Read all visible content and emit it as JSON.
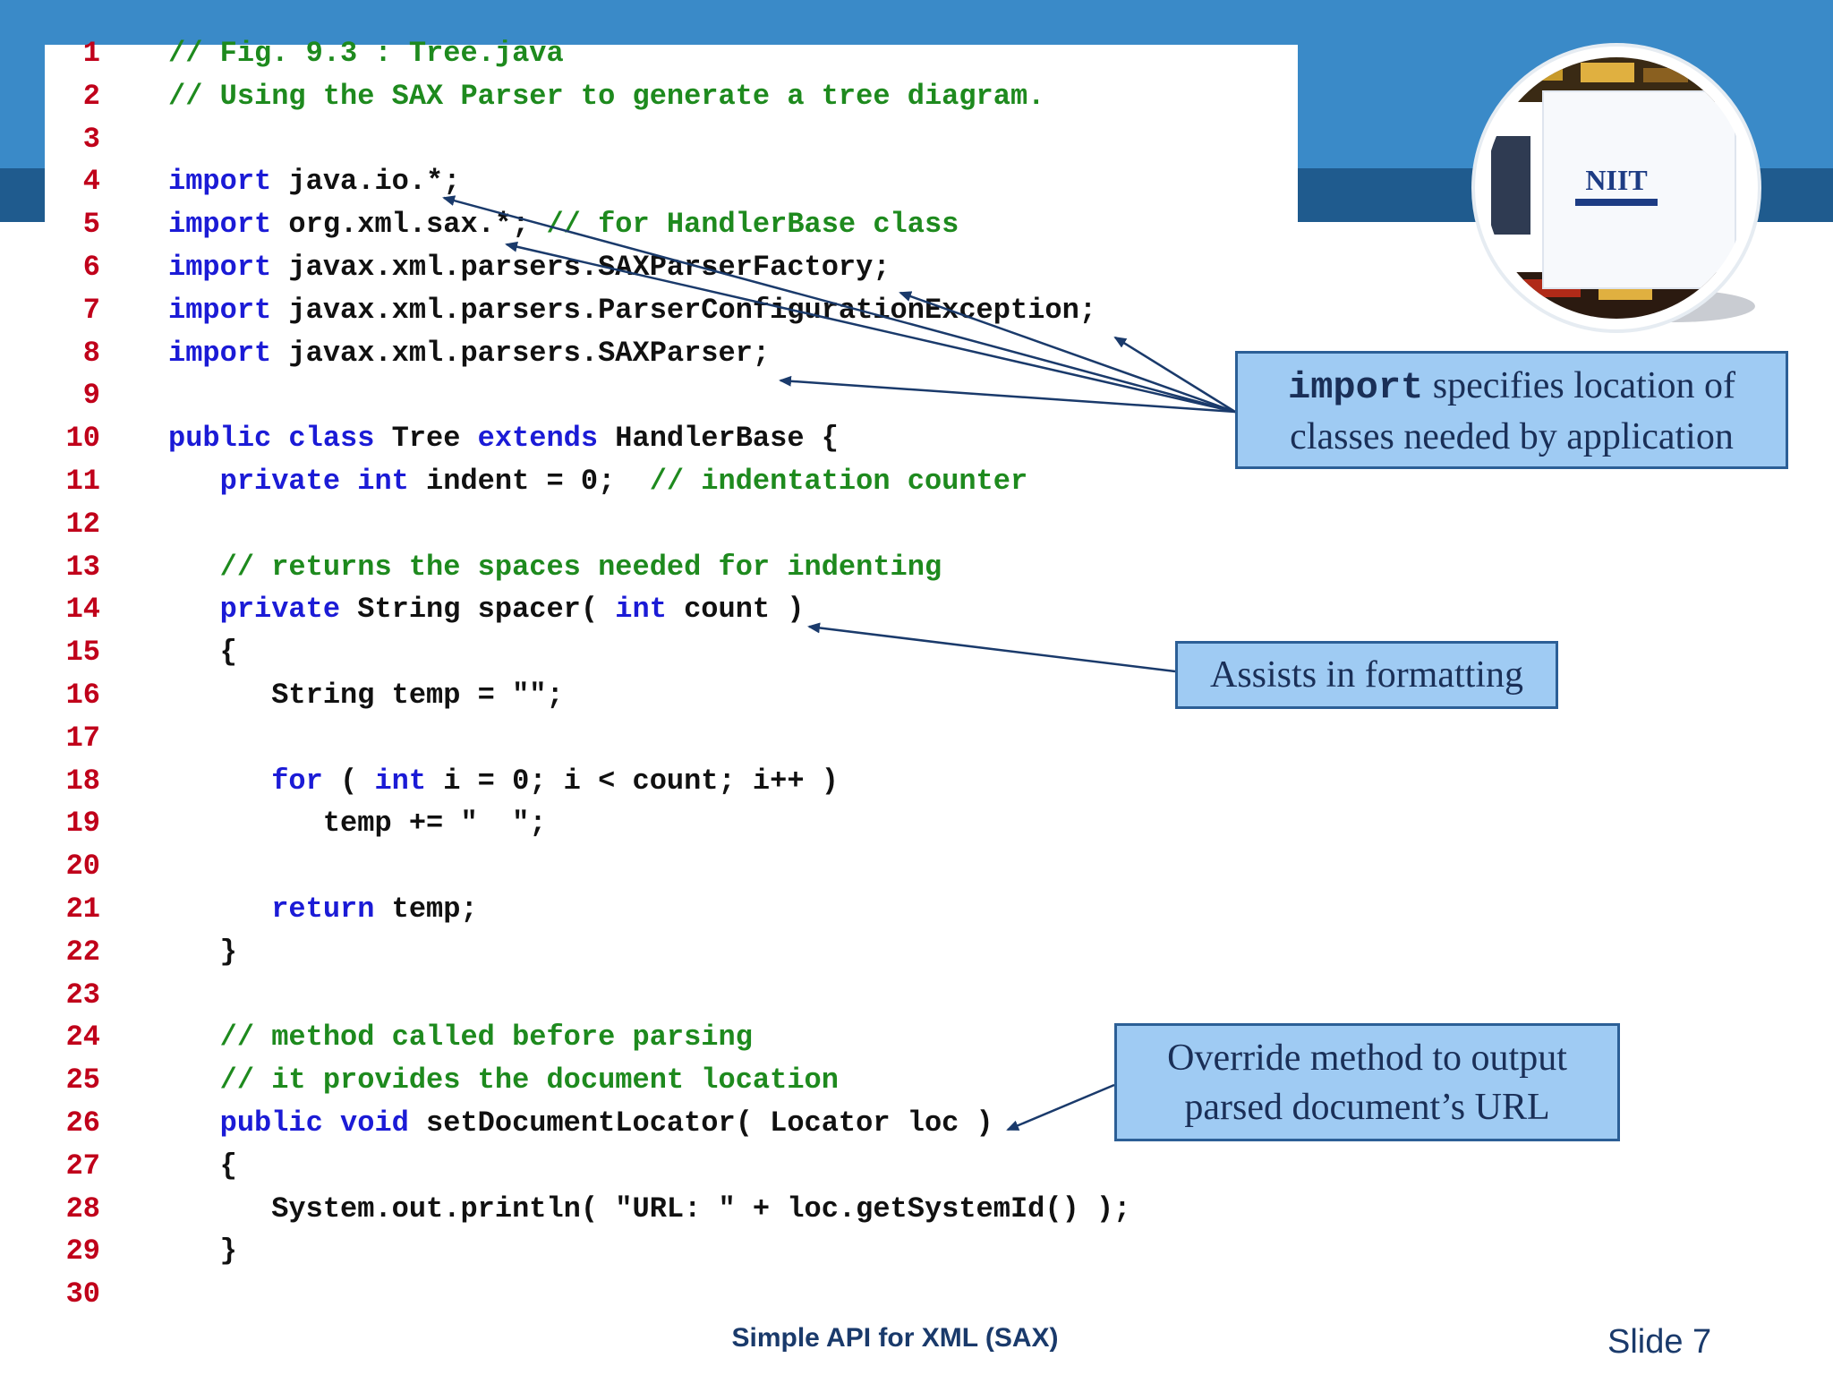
{
  "code_lines": [
    {
      "n": "1",
      "indent": "",
      "parts": [
        {
          "t": "// Fig. 9.3 : Tree.java",
          "c": "cm"
        }
      ]
    },
    {
      "n": "2",
      "indent": "",
      "parts": [
        {
          "t": "// Using the SAX Parser to generate a tree diagram.",
          "c": "cm"
        }
      ]
    },
    {
      "n": "3",
      "indent": "",
      "parts": []
    },
    {
      "n": "4",
      "indent": "",
      "parts": [
        {
          "t": "import",
          "c": "kw"
        },
        {
          "t": " java.io.*;",
          "c": ""
        }
      ]
    },
    {
      "n": "5",
      "indent": "",
      "parts": [
        {
          "t": "import",
          "c": "kw"
        },
        {
          "t": " org.xml.sax.*; ",
          "c": ""
        },
        {
          "t": "// for HandlerBase class",
          "c": "cm"
        }
      ]
    },
    {
      "n": "6",
      "indent": "",
      "parts": [
        {
          "t": "import",
          "c": "kw"
        },
        {
          "t": " javax.xml.parsers.SAXParserFactory;",
          "c": ""
        }
      ]
    },
    {
      "n": "7",
      "indent": "",
      "parts": [
        {
          "t": "import",
          "c": "kw"
        },
        {
          "t": " javax.xml.parsers.ParserConfigurationException;",
          "c": ""
        }
      ]
    },
    {
      "n": "8",
      "indent": "",
      "parts": [
        {
          "t": "import",
          "c": "kw"
        },
        {
          "t": " javax.xml.parsers.SAXParser;",
          "c": ""
        }
      ]
    },
    {
      "n": "9",
      "indent": "",
      "parts": []
    },
    {
      "n": "10",
      "indent": "",
      "parts": [
        {
          "t": "public class",
          "c": "kw"
        },
        {
          "t": " Tree ",
          "c": ""
        },
        {
          "t": "extends",
          "c": "kw"
        },
        {
          "t": " HandlerBase {",
          "c": ""
        }
      ]
    },
    {
      "n": "11",
      "indent": "   ",
      "parts": [
        {
          "t": "private int",
          "c": "kw"
        },
        {
          "t": " indent = 0;  ",
          "c": ""
        },
        {
          "t": "// indentation counter",
          "c": "cm"
        }
      ]
    },
    {
      "n": "12",
      "indent": "",
      "parts": []
    },
    {
      "n": "13",
      "indent": "   ",
      "parts": [
        {
          "t": "// returns the spaces needed for indenting",
          "c": "cm"
        }
      ]
    },
    {
      "n": "14",
      "indent": "   ",
      "parts": [
        {
          "t": "private",
          "c": "kw"
        },
        {
          "t": " String spacer( ",
          "c": ""
        },
        {
          "t": "int",
          "c": "kw"
        },
        {
          "t": " count )",
          "c": ""
        }
      ]
    },
    {
      "n": "15",
      "indent": "   ",
      "parts": [
        {
          "t": "{",
          "c": ""
        }
      ]
    },
    {
      "n": "16",
      "indent": "      ",
      "parts": [
        {
          "t": "String temp = \"\";",
          "c": ""
        }
      ]
    },
    {
      "n": "17",
      "indent": "",
      "parts": []
    },
    {
      "n": "18",
      "indent": "      ",
      "parts": [
        {
          "t": "for",
          "c": "kw"
        },
        {
          "t": " ( ",
          "c": ""
        },
        {
          "t": "int",
          "c": "kw"
        },
        {
          "t": " i = 0; i < count; i++ )",
          "c": ""
        }
      ]
    },
    {
      "n": "19",
      "indent": "         ",
      "parts": [
        {
          "t": "temp += \"  \";",
          "c": ""
        }
      ]
    },
    {
      "n": "20",
      "indent": "",
      "parts": []
    },
    {
      "n": "21",
      "indent": "      ",
      "parts": [
        {
          "t": "return",
          "c": "kw"
        },
        {
          "t": " temp;",
          "c": ""
        }
      ]
    },
    {
      "n": "22",
      "indent": "   ",
      "parts": [
        {
          "t": "}",
          "c": ""
        }
      ]
    },
    {
      "n": "23",
      "indent": "",
      "parts": []
    },
    {
      "n": "24",
      "indent": "   ",
      "parts": [
        {
          "t": "// method called before parsing",
          "c": "cm"
        }
      ]
    },
    {
      "n": "25",
      "indent": "   ",
      "parts": [
        {
          "t": "// it provides the document location",
          "c": "cm"
        }
      ]
    },
    {
      "n": "26",
      "indent": "   ",
      "parts": [
        {
          "t": "public void",
          "c": "kw"
        },
        {
          "t": " setDocumentLocator( Locator loc )",
          "c": ""
        }
      ]
    },
    {
      "n": "27",
      "indent": "   ",
      "parts": [
        {
          "t": "{",
          "c": ""
        }
      ]
    },
    {
      "n": "28",
      "indent": "      ",
      "parts": [
        {
          "t": "System.out.println( \"URL: \" + loc.getSystemId() );",
          "c": ""
        }
      ]
    },
    {
      "n": "29",
      "indent": "   ",
      "parts": [
        {
          "t": "}",
          "c": ""
        }
      ]
    },
    {
      "n": "30",
      "indent": "",
      "parts": []
    }
  ],
  "callouts": {
    "import": {
      "keyword": "import",
      "text_line1": " specifies location of",
      "text_line2": "classes needed by application"
    },
    "formatting": {
      "text": "Assists in formatting"
    },
    "override": {
      "text_line1": "Override method to output",
      "text_line2": "parsed document’s URL"
    }
  },
  "logo": {
    "text": "NIIT"
  },
  "footer": {
    "title": "Simple API for XML (SAX)",
    "slide": "Slide 7"
  },
  "colors": {
    "band": "#3a8ac8",
    "band_dark": "#1f5b8e",
    "callout_fill": "#9fcbf3",
    "callout_border": "#2c5f96",
    "keyword": "#1b1bd6",
    "comment": "#1e8a1e",
    "line_number": "#c0001a"
  }
}
